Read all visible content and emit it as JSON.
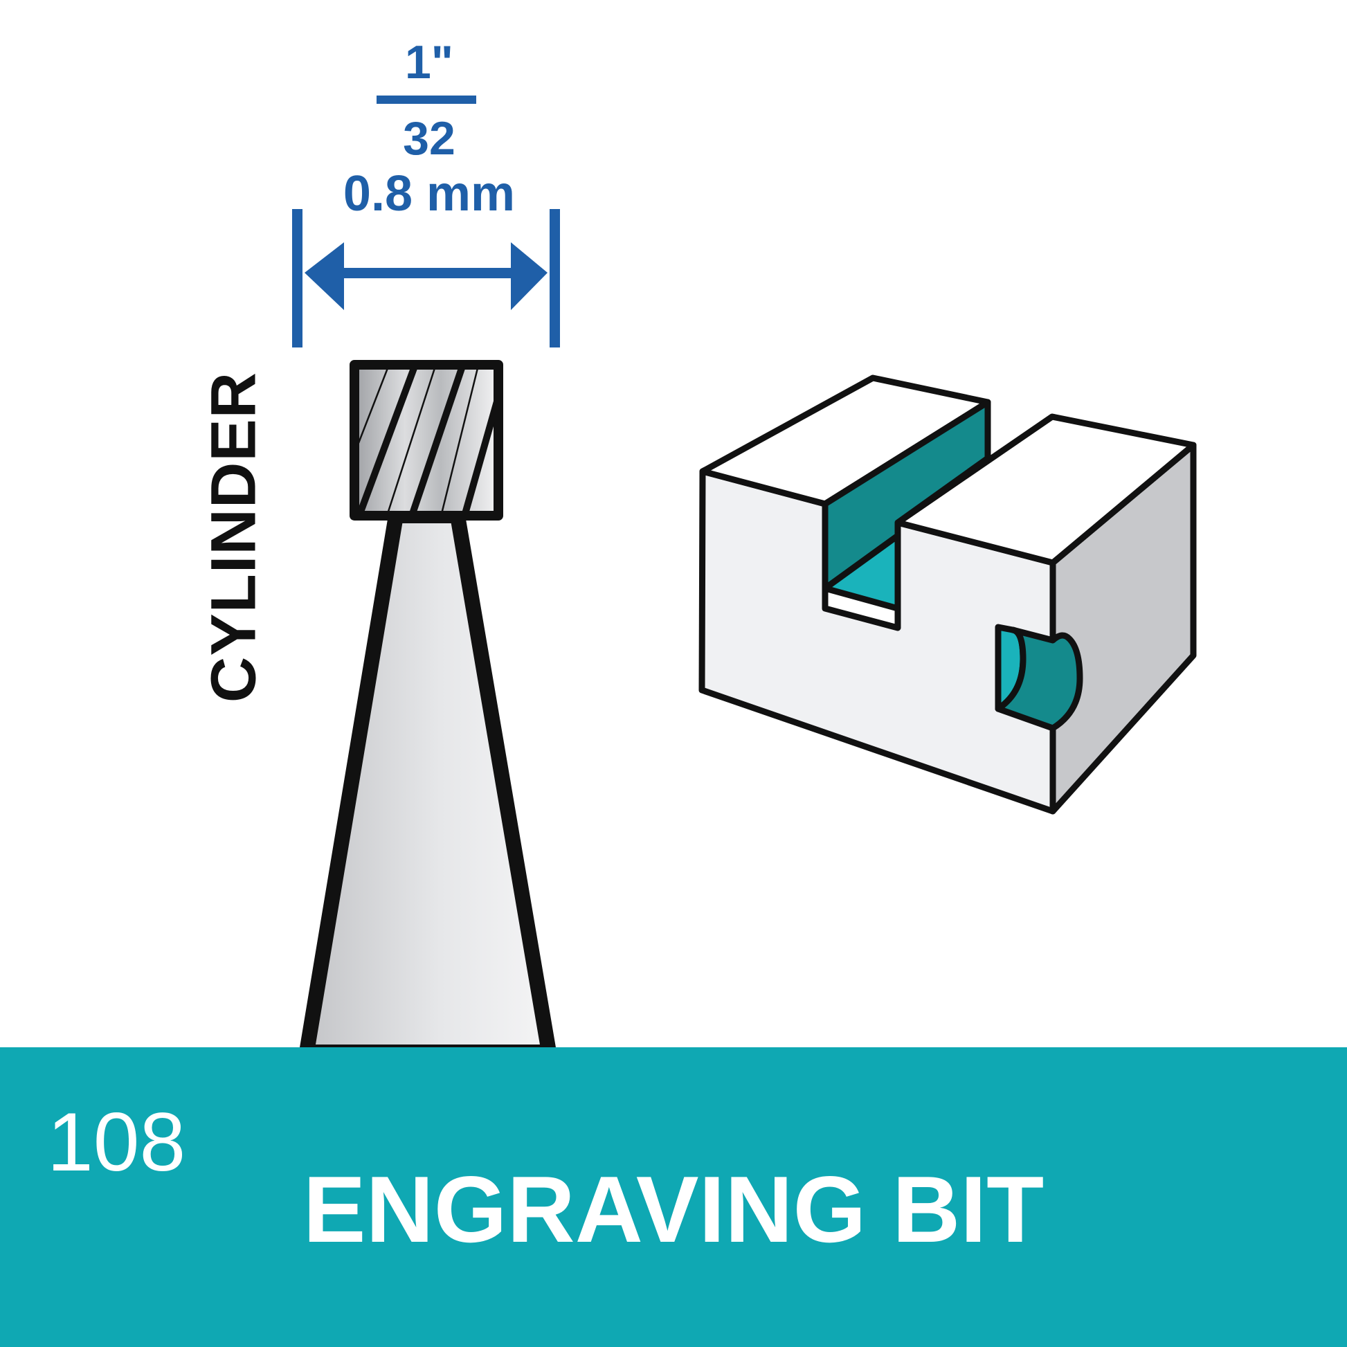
{
  "dimension": {
    "fraction_numerator": "1\"",
    "fraction_denominator": "32",
    "metric": "0.8 mm"
  },
  "shape_label": "CYLINDER",
  "footer": {
    "model_number": "108",
    "product_name": "ENGRAVING BIT"
  },
  "colors": {
    "dimension_blue": "#1f5fa8",
    "teal_band": "#0fa8b3",
    "cut_teal_dark": "#148a8c",
    "cut_teal_light": "#1ab3bb",
    "outline": "#111111"
  },
  "icons": [
    "dimension-arrow-icon",
    "engraving-bit-icon",
    "workpiece-block-icon"
  ]
}
